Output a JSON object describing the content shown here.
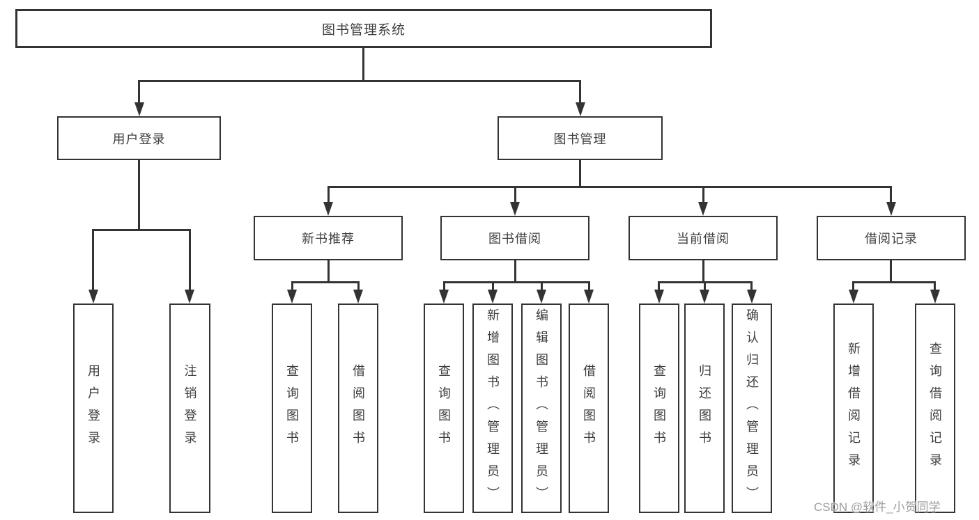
{
  "diagram": {
    "colors": {
      "line": "#333333",
      "text": "#3d3d3d",
      "background": "#ffffff",
      "watermark": "#9e9e9e"
    },
    "tree": {
      "label": "图书管理系统",
      "children": [
        {
          "label": "用户登录",
          "children": [
            {
              "label": "用户登录"
            },
            {
              "label": "注销登录"
            }
          ]
        },
        {
          "label": "图书管理",
          "children": [
            {
              "label": "新书推荐",
              "children": [
                {
                  "label": "查询图书"
                },
                {
                  "label": "借阅图书"
                }
              ]
            },
            {
              "label": "图书借阅",
              "children": [
                {
                  "label": "查询图书"
                },
                {
                  "label": "新增图书（管理员）"
                },
                {
                  "label": "编辑图书（管理员）"
                },
                {
                  "label": "借阅图书"
                }
              ]
            },
            {
              "label": "当前借阅",
              "children": [
                {
                  "label": "查询图书"
                },
                {
                  "label": "归还图书"
                },
                {
                  "label": "确认归还（管理员）"
                }
              ]
            },
            {
              "label": "借阅记录",
              "children": [
                {
                  "label": "新增借阅记录"
                },
                {
                  "label": "查询借阅记录"
                }
              ]
            }
          ]
        }
      ]
    }
  },
  "watermark": {
    "text": "CSDN @软件_小贺同学"
  }
}
